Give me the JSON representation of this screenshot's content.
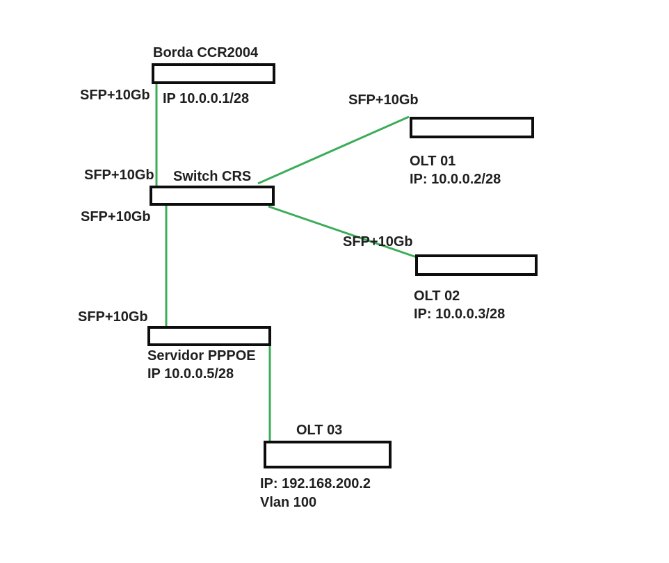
{
  "diagram": {
    "line_color": "#3bad58",
    "nodes": {
      "borda": {
        "title": "Borda CCR2004",
        "ip": "IP 10.0.0.1/28"
      },
      "switch_crs": {
        "title": "Switch CRS"
      },
      "olt01": {
        "title": "OLT 01",
        "ip": "IP: 10.0.0.2/28"
      },
      "olt02": {
        "title": "OLT 02",
        "ip": "IP: 10.0.0.3/28"
      },
      "servidor_pppoe": {
        "title": "Servidor PPPOE",
        "ip": "IP 10.0.0.5/28"
      },
      "olt03": {
        "title": "OLT 03",
        "ip": "IP: 192.168.200.2",
        "vlan": "Vlan 100"
      }
    },
    "link_labels": [
      {
        "id": "borda-to-switch",
        "text": "SFP+10Gb"
      },
      {
        "id": "switch-top",
        "text": "SFP+10Gb"
      },
      {
        "id": "switch-bottom",
        "text": "SFP+10Gb"
      },
      {
        "id": "switch-to-olt01",
        "text": "SFP+10Gb"
      },
      {
        "id": "switch-to-olt02",
        "text": "SFP+10Gb"
      },
      {
        "id": "switch-to-servidor",
        "text": "SFP+10Gb"
      }
    ]
  }
}
